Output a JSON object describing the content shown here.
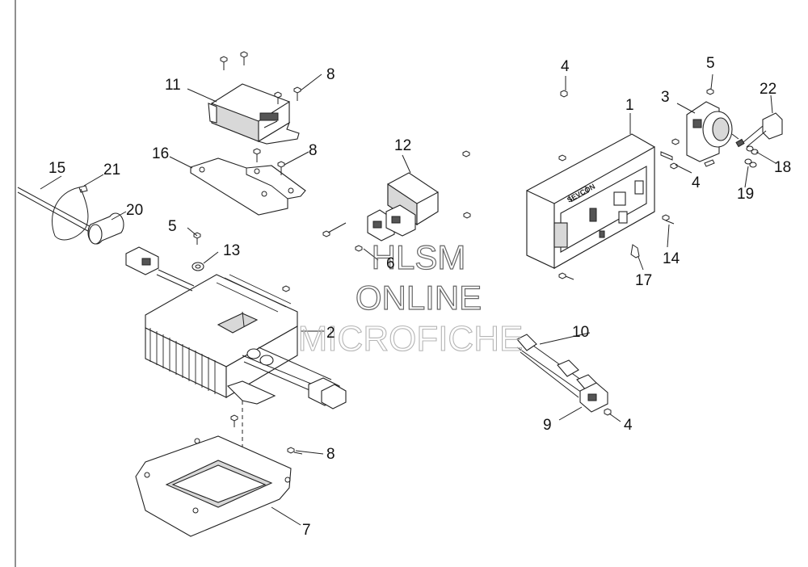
{
  "watermark": {
    "line1": "HLSM",
    "line2": "ONLINE",
    "line3": "MICROFICHE"
  },
  "controller_brand": "SEVCON",
  "callouts": [
    {
      "id": "c1",
      "text": "1"
    },
    {
      "id": "c2",
      "text": "2"
    },
    {
      "id": "c3",
      "text": "3"
    },
    {
      "id": "c4a",
      "text": "4"
    },
    {
      "id": "c4b",
      "text": "4"
    },
    {
      "id": "c4c",
      "text": "4"
    },
    {
      "id": "c5a",
      "text": "5"
    },
    {
      "id": "c5b",
      "text": "5"
    },
    {
      "id": "c6",
      "text": "6"
    },
    {
      "id": "c7",
      "text": "7"
    },
    {
      "id": "c8a",
      "text": "8"
    },
    {
      "id": "c8b",
      "text": "8"
    },
    {
      "id": "c8c",
      "text": "8"
    },
    {
      "id": "c9",
      "text": "9"
    },
    {
      "id": "c10",
      "text": "10"
    },
    {
      "id": "c11",
      "text": "11"
    },
    {
      "id": "c12",
      "text": "12"
    },
    {
      "id": "c13",
      "text": "13"
    },
    {
      "id": "c14",
      "text": "14"
    },
    {
      "id": "c15",
      "text": "15"
    },
    {
      "id": "c16",
      "text": "16"
    },
    {
      "id": "c17",
      "text": "17"
    },
    {
      "id": "c18",
      "text": "18"
    },
    {
      "id": "c19",
      "text": "19"
    },
    {
      "id": "c20",
      "text": "20"
    },
    {
      "id": "c21",
      "text": "21"
    },
    {
      "id": "c22",
      "text": "22"
    }
  ]
}
